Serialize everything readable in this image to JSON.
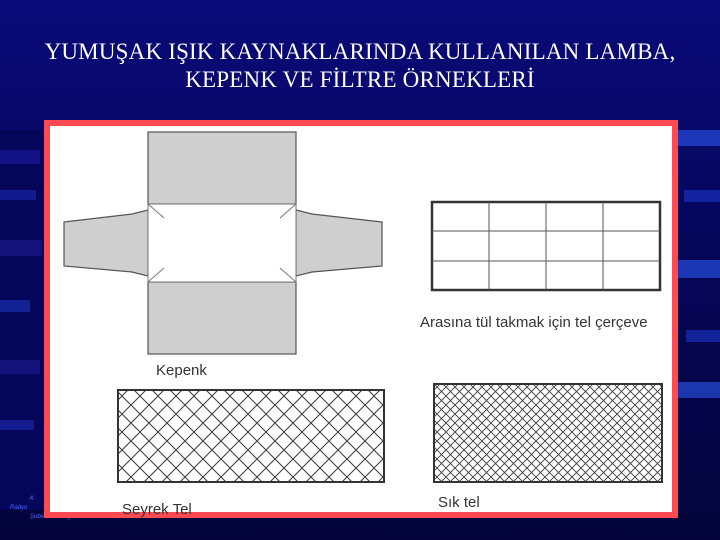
{
  "slide": {
    "title_line1": "YUMUŞAK IŞIK KAYNAKLARINDA KULLANILAN LAMBA,",
    "title_line2": "KEPENK VE FİLTRE ÖRNEKLERİ",
    "footer_lines": [
      "K",
      "Radyo",
      "Şube Müdürlüğü"
    ]
  },
  "figure": {
    "kepenk_label": "Kepenk",
    "frame_label": "Arasına tül takmak için tel çerçeve",
    "sparse_label": "Seyrek Tel",
    "dense_label": "Sık tel",
    "frame_grid": {
      "columns": 4,
      "rows": 3
    },
    "colors": {
      "border": "#ff4a52",
      "flap_fill": "#cfcfcf",
      "flap_stroke": "#555555",
      "mesh_stroke": "#3a3a3a"
    }
  }
}
